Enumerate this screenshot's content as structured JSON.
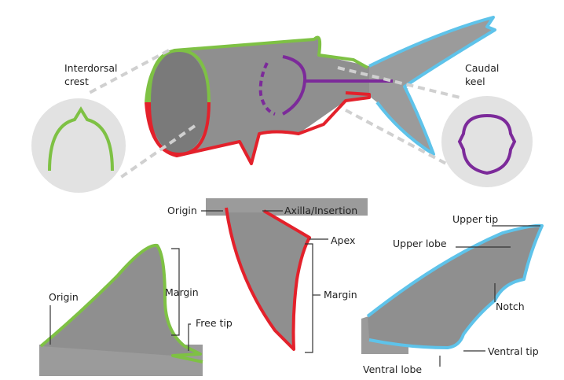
{
  "colors": {
    "dorsal": "#7ec144",
    "anal": "#e3212b",
    "caudal": "#5ec3ea",
    "keel": "#7c2a9a",
    "skin": "#8f8f8f",
    "circle_bg": "#e2e2e2"
  },
  "labels": {
    "interdorsal_crest_line1": "Interdorsal",
    "interdorsal_crest_line2": "crest",
    "caudal_keel_line1": "Caudal",
    "caudal_keel_line2": "keel",
    "origin_anal": "Origin",
    "axilla_insertion": "Axilla/Insertion",
    "apex": "Apex",
    "margin_anal": "Margin",
    "origin_dorsal": "Origin",
    "margin_dorsal": "Margin",
    "free_tip": "Free tip",
    "upper_tip": "Upper tip",
    "upper_lobe": "Upper lobe",
    "notch": "Notch",
    "ventral_tip": "Ventral tip",
    "ventral_lobe": "Ventral lobe"
  }
}
